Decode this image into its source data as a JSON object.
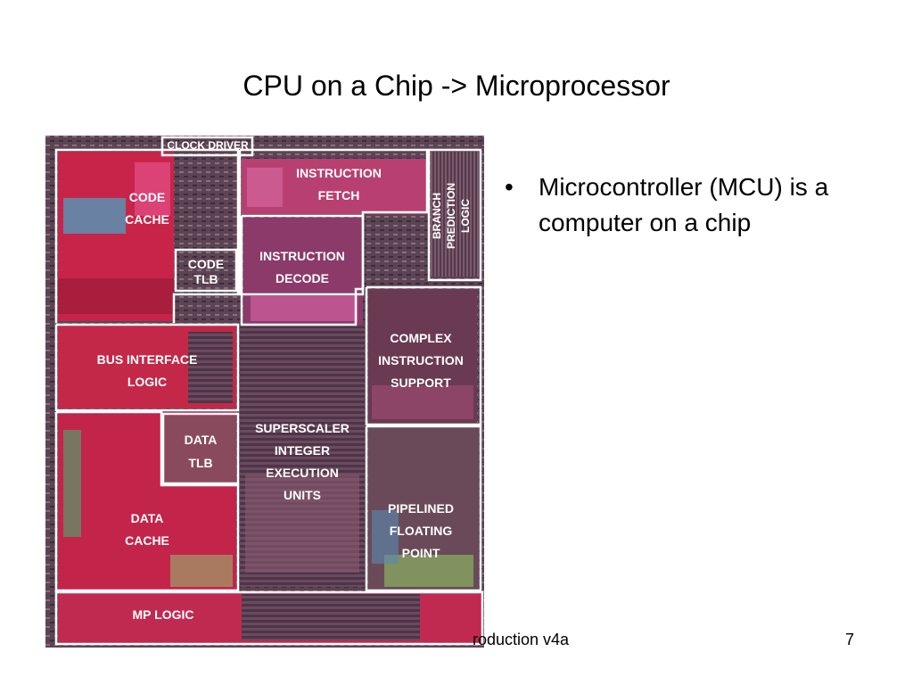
{
  "slide": {
    "title": "CPU on a Chip -> Microprocessor",
    "bullets": [
      {
        "text": "Microcontroller (MCU) is a computer on a chip"
      }
    ],
    "footer": {
      "center": "roduction v4a",
      "page_number": "7"
    }
  },
  "die_photo": {
    "labels": {
      "clock_driver": "CLOCK DRIVER",
      "code_cache_1": "CODE",
      "code_cache_2": "CACHE",
      "code_tlb_1": "CODE",
      "code_tlb_2": "TLB",
      "instruction_fetch_1": "INSTRUCTION",
      "instruction_fetch_2": "FETCH",
      "branch_prediction_1": "BRANCH",
      "branch_prediction_2": "PREDICTION",
      "branch_prediction_3": "LOGIC",
      "instruction_decode_1": "INSTRUCTION",
      "instruction_decode_2": "DECODE",
      "bus_interface_1": "BUS INTERFACE",
      "bus_interface_2": "LOGIC",
      "complex_instruction_1": "COMPLEX",
      "complex_instruction_2": "INSTRUCTION",
      "complex_instruction_3": "SUPPORT",
      "data_tlb_1": "DATA",
      "data_tlb_2": "TLB",
      "superscaler_1": "SUPERSCALER",
      "superscaler_2": "INTEGER",
      "superscaler_3": "EXECUTION",
      "superscaler_4": "UNITS",
      "data_cache_1": "DATA",
      "data_cache_2": "CACHE",
      "pipelined_1": "PIPELINED",
      "pipelined_2": "FLOATING",
      "pipelined_3": "POINT",
      "mp_logic": "MP LOGIC"
    }
  }
}
